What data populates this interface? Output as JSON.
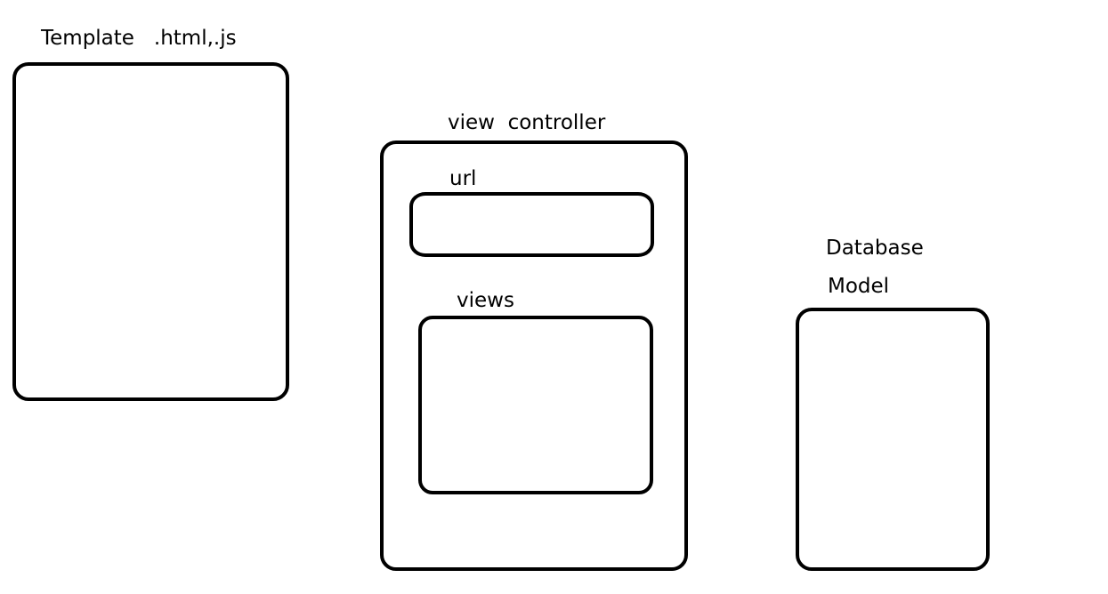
{
  "template": {
    "title": "Template   .html,.js"
  },
  "controller": {
    "title": "view  controller",
    "url_label": "url",
    "views_label": "views"
  },
  "model": {
    "database_label": "Database",
    "model_label": "Model"
  },
  "colors": {
    "stroke": "#000000",
    "background": "#ffffff"
  }
}
